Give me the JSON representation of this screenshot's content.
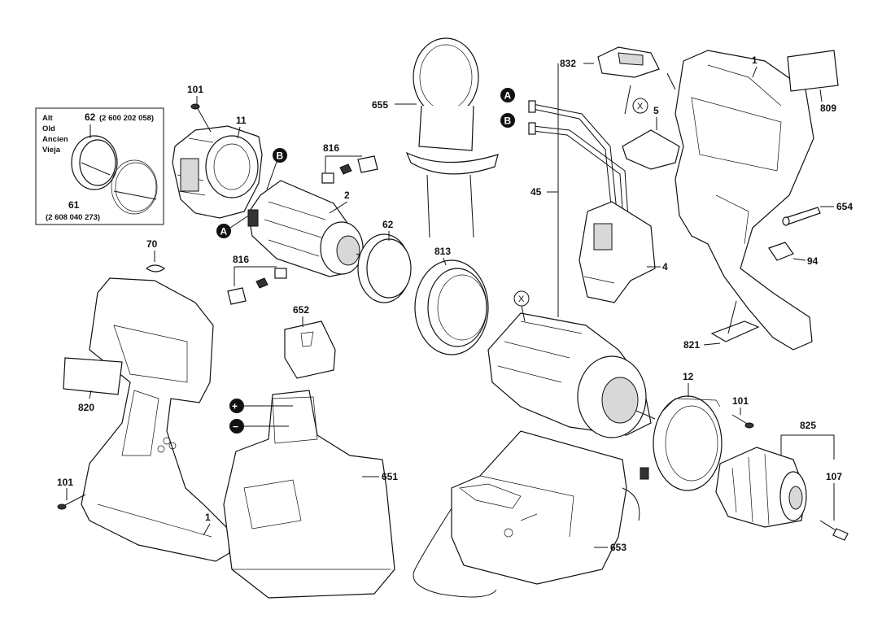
{
  "callouts": {
    "c1_top": "1",
    "c1_bottom": "1",
    "c2": "2",
    "c4": "4",
    "c5": "5",
    "c11": "11",
    "c12": "12",
    "c45": "45",
    "c61": "61",
    "c62": "62",
    "c62b": "62",
    "c70": "70",
    "c94": "94",
    "c101_top": "101",
    "c101_left": "101",
    "c101_right": "101",
    "c107": "107",
    "c651": "651",
    "c652": "652",
    "c653": "653",
    "c654": "654",
    "c655": "655",
    "c809": "809",
    "c813": "813",
    "c816_top": "816",
    "c816_bottom": "816",
    "c820": "820",
    "c821": "821",
    "c825": "825",
    "c832": "832"
  },
  "inset": {
    "lang1": "Alt",
    "lang2": "Old",
    "lang3": "Ancien",
    "lang4": "Vieja",
    "part62_no": "(2 600 202 058)",
    "part61_no": "(2 608 040 273)"
  },
  "markers": {
    "a1": "A",
    "b1": "B",
    "a2": "A",
    "b2": "B",
    "x1": "X",
    "x2": "X",
    "plus": "+",
    "minus": "−"
  }
}
